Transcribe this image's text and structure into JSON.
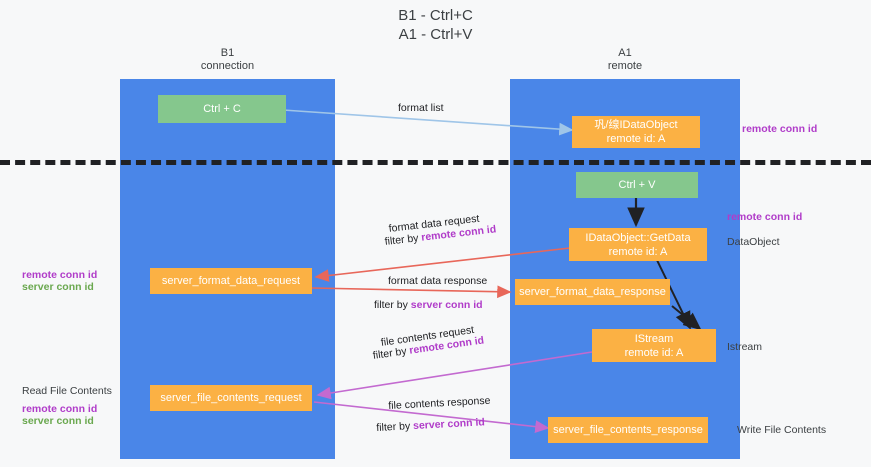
{
  "title": "B1 - Ctrl+C\nA1 - Ctrl+V",
  "lanes": [
    {
      "name": "lane-b1",
      "header": "B1\nconnection"
    },
    {
      "name": "lane-a1",
      "header": "A1\nremote"
    }
  ],
  "boxes": {
    "ctrl_c": "Ctrl + C",
    "idataobject": "巩/缐IDataObject\nremote id: A",
    "ctrl_v": "Ctrl + V",
    "getdata": "IDataObject::GetData\nremote id: A",
    "server_format_data_request": "server_format_data_request",
    "server_format_data_response": "server_format_data_response",
    "istream": "IStream\nremote id: A",
    "server_file_contents_request": "server_file_contents_request",
    "server_file_contents_response": "server_file_contents_response"
  },
  "right_labels": {
    "remote_conn_id_top": "remote conn id",
    "remote_conn_id_mid": "remote conn id",
    "dataobject": "DataObject",
    "istream": "Istream",
    "write_file_contents": "Write File Contents"
  },
  "left_labels": {
    "remote_conn_id": "remote conn id",
    "server_conn_id": "server conn id",
    "read_file_contents": "Read File Contents",
    "remote_conn_id_2": "remote conn id",
    "server_conn_id_2": "server conn id"
  },
  "arrow_labels": {
    "format_list": "format list",
    "format_data_request": "format data request",
    "format_data_request_filter_prefix": "filter by ",
    "format_data_request_filter_value": "remote conn id",
    "format_data_response": "format data response",
    "format_data_response_filter_prefix": "filter by ",
    "format_data_response_filter_value": "server conn id",
    "file_contents_request": "file contents request",
    "file_contents_request_filter_prefix": "filter by ",
    "file_contents_request_filter_value": "remote conn id",
    "file_contents_response": "file contents response",
    "file_contents_response_filter_prefix": "filter by ",
    "file_contents_response_filter_value": "server conn id"
  },
  "colors": {
    "lane": "#4a86e8",
    "green_box": "#85c78d",
    "orange_box": "#fbb144",
    "purple": "#b03cc9",
    "green_text": "#6aa84f",
    "red_arrow": "#e8675a",
    "blue_arrow": "#9fc5e8",
    "magenta_arrow": "#c36ad0",
    "black_arrow": "#202124",
    "divider": "#202124",
    "background": "#f7f8f9"
  }
}
